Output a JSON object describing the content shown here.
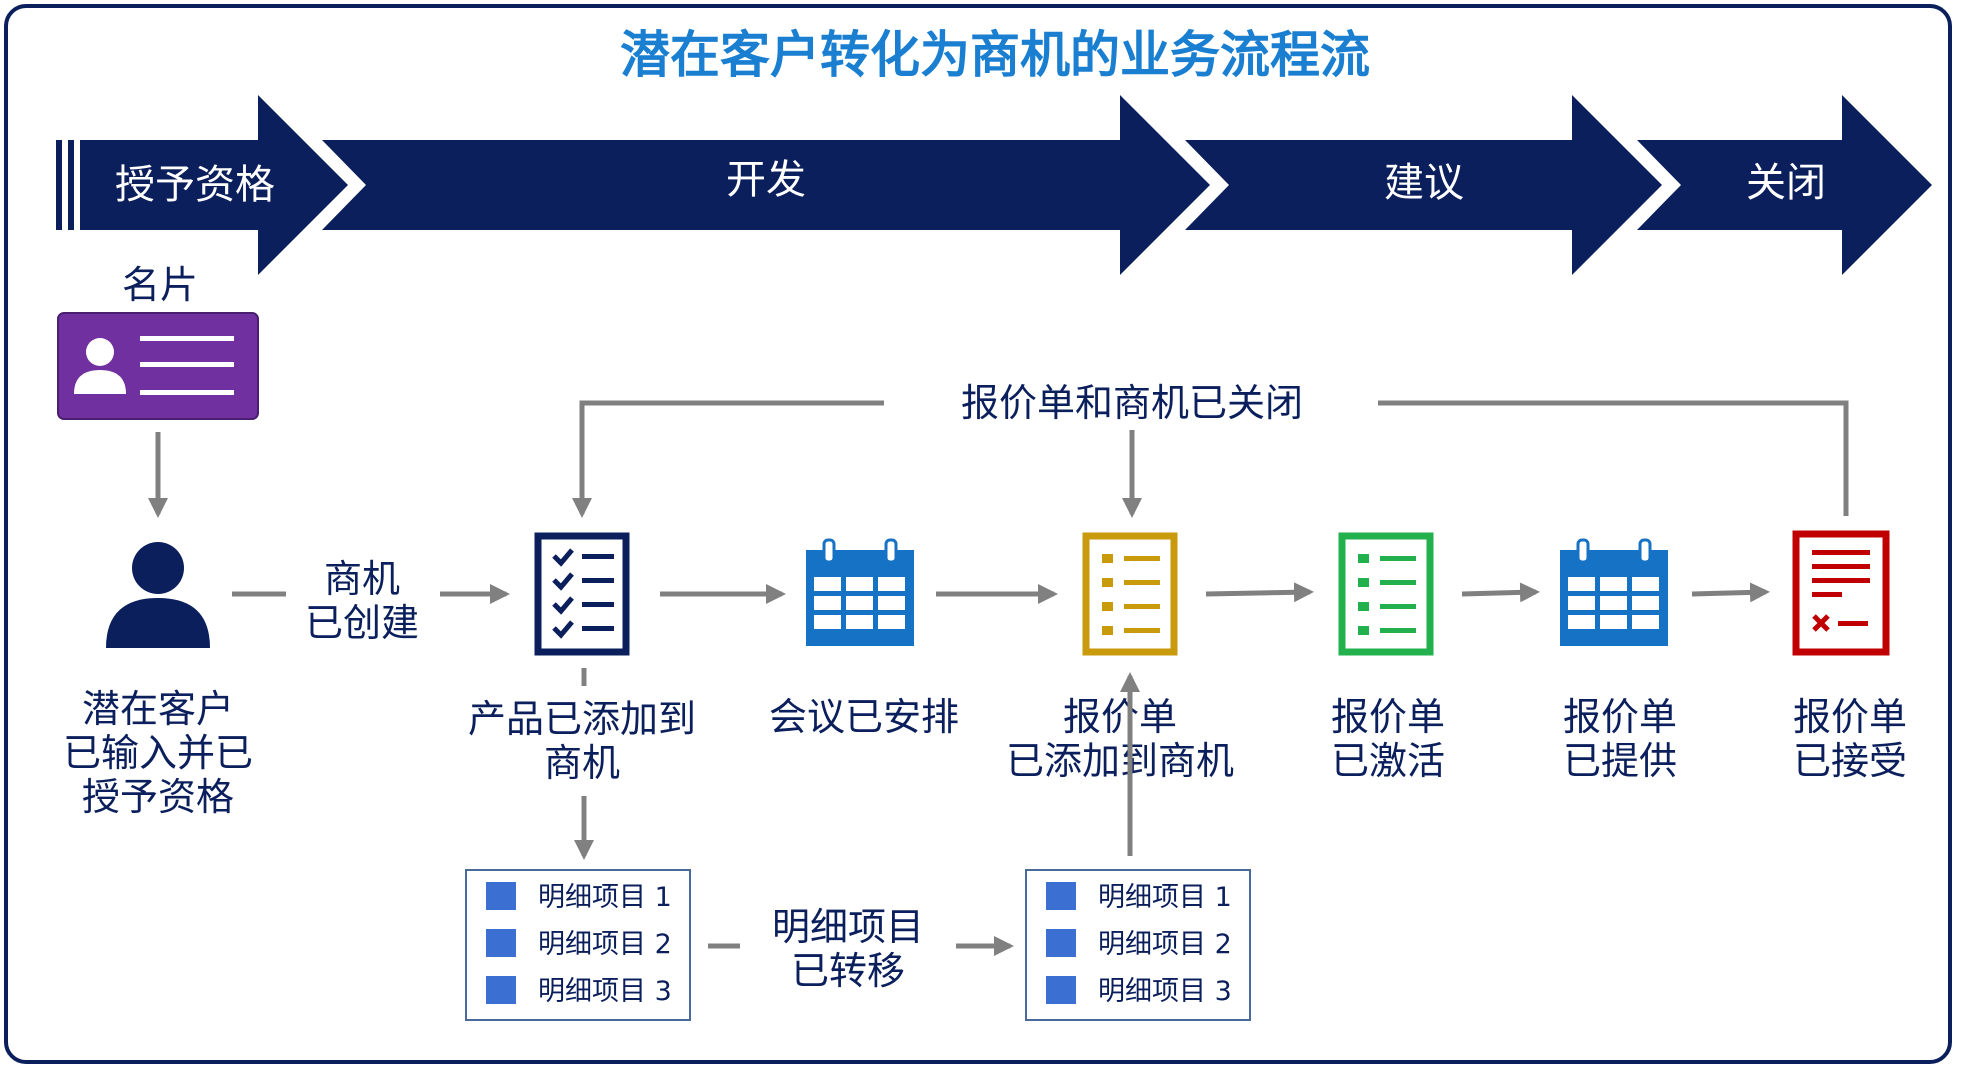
{
  "title": "潜在客户转化为商机的业务流程流",
  "phases": [
    "授予资格",
    "开发",
    "建议",
    "关闭"
  ],
  "business_card_label": "名片",
  "lead_label": [
    "潜在客户",
    "已输入并已",
    "授予资格"
  ],
  "opportunity_created": [
    "商机",
    "已创建"
  ],
  "products_added": [
    "产品已添加到",
    "商机"
  ],
  "meeting_scheduled": "会议已安排",
  "quote_added": [
    "报价单",
    "已添加到商机"
  ],
  "quote_activated": [
    "报价单",
    "已激活"
  ],
  "quote_provided": [
    "报价单",
    "已提供"
  ],
  "quote_accepted": [
    "报价单",
    "已接受"
  ],
  "quote_closed_label": "报价单和商机已关闭",
  "line_items_transferred": [
    "明细项目",
    "已转移"
  ],
  "line_items_left": [
    "明细项目 1",
    "明细项目 2",
    "明细项目 3"
  ],
  "line_items_right": [
    "明细项目 1",
    "明细项目 2",
    "明细项目 3"
  ],
  "colors": {
    "navy": "#0b1f5c",
    "title_blue": "#1a7fd1",
    "purple": "#7030a0",
    "calendar_blue": "#1672c4",
    "gold": "#c99a0c",
    "green": "#22b14c",
    "red": "#c00000",
    "connector_gray": "#808080"
  }
}
